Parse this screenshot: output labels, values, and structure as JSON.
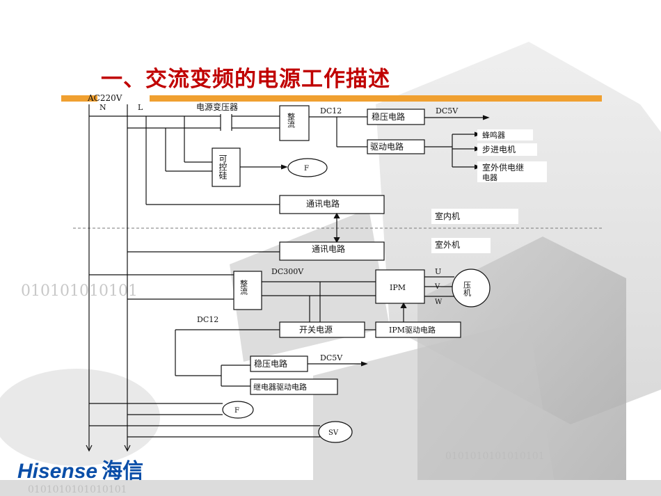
{
  "slide": {
    "title": "一、交流变频的电源工作描述",
    "logo_en": "Hisense",
    "logo_cn": "海信",
    "accent_color": "#f0a030",
    "title_color": "#c00000"
  },
  "background": {
    "binary_text": "010101010101",
    "binary_text_2": "0101010101010101"
  },
  "diagram": {
    "supply": {
      "label": "AC220V",
      "n": "N",
      "l": "L"
    },
    "indoor": {
      "transformer": "电源变压器",
      "rectifier": "整流",
      "dc12": "DC12",
      "regulator": "稳压电路",
      "dc5v": "DC5V",
      "driver": "驱动电路",
      "buzzer": "蜂鸣器",
      "stepper": "步进电机",
      "relay_line1": "室外供电继",
      "relay_line2": "电器",
      "thyristor": "可控硅",
      "fan": "F",
      "comm": "通讯电路",
      "unit": "室内机"
    },
    "outdoor": {
      "comm": "通讯电路",
      "unit": "室外机",
      "rectifier": "整流",
      "dc300v": "DC300V",
      "ipm": "IPM",
      "u": "U",
      "v": "V",
      "w": "W",
      "compressor": "压机",
      "dc12": "DC12",
      "smps": "开关电源",
      "ipm_driver": "IPM驱动电路",
      "regulator": "稳压电路",
      "dc5v": "DC5V",
      "relay_driver": "继电器驱动电路",
      "fan": "F",
      "sv": "SV"
    }
  }
}
